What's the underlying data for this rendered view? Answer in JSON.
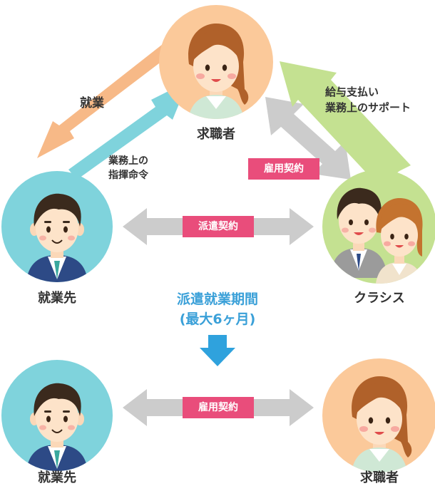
{
  "people": {
    "seeker_top": "求職者",
    "company_left": "就業先",
    "agency_right": "クラシス",
    "company_bottom": "就業先",
    "seeker_bottom": "求職者"
  },
  "arrows": {
    "work": "就業",
    "instruction_line1": "業務上の",
    "instruction_line2": "指揮命令",
    "pay_line1": "給与支払い",
    "pay_line2": "業務上のサポート"
  },
  "contracts": {
    "employment_top": "雇用契約",
    "dispatch": "派遣契約",
    "employment_bottom": "雇用契約"
  },
  "period": {
    "line1": "派遣就業期間",
    "line2": "(最大6ヶ月)"
  },
  "colors": {
    "work_arrow": "#f7b987",
    "instruction_arrow": "#7fd3dc",
    "pay_arrow": "#c4e191",
    "contract_arrow": "#cccccc",
    "tag": "#e94d7b",
    "period_text": "#3aa0d8",
    "down_arrow": "#2fa2dd",
    "seeker_circle": "#fbc99a",
    "company_circle": "#7fd3dc",
    "agency_circle": "#c4e191"
  }
}
